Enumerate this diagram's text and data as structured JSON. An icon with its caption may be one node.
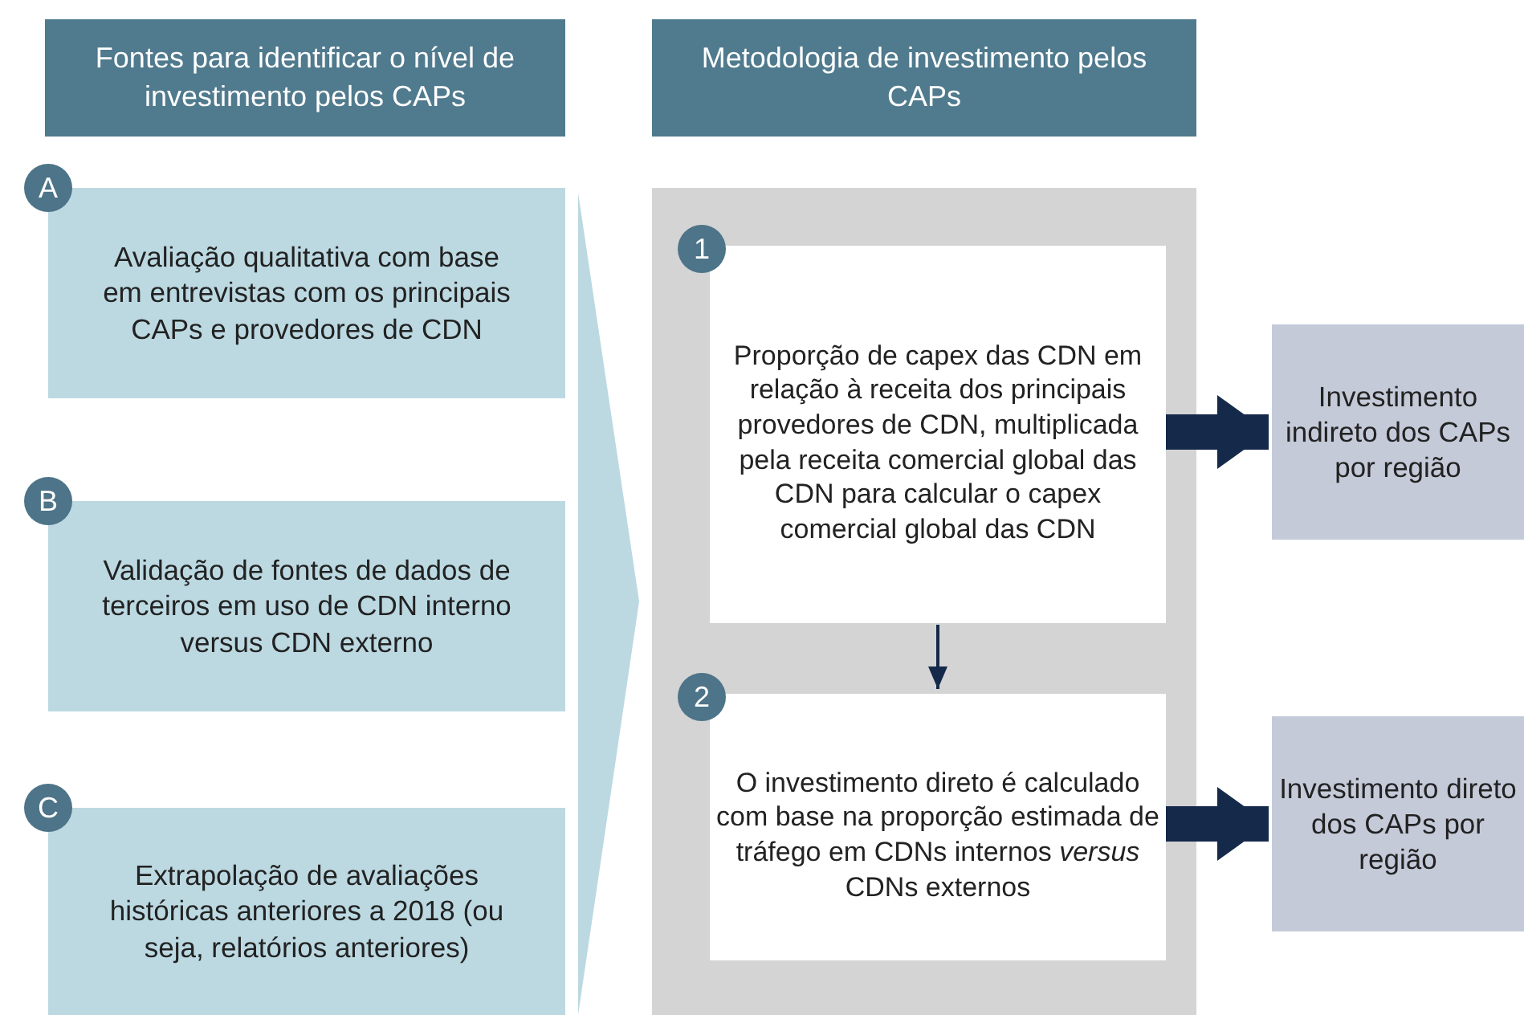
{
  "diagram": {
    "nodes": [
      {
        "text": [
          "Fontes para identificar o nível de investimento pelos CAPs"
        ]
      },
      {
        "text": [
          "Metodologia de investimento pelos CAPs"
        ]
      },
      {
        "text": [
          "A",
          "Avaliação qualitativa com base em entrevistas com os principais CAPs e provedores de CDN"
        ]
      },
      {
        "text": [
          "B",
          "Validação de fontes de dados de terceiros em uso de CDN interno versus CDN externo"
        ]
      },
      {
        "text": [
          "C",
          "Extrapolação de avaliações históricas anteriores a 2018 (ou seja, relatórios anteriores)"
        ]
      },
      {
        "text": [],
        "shape": "box"
      },
      {
        "text": [
          "1",
          "Proporção de capex das CDN em relação à receita dos principais provedores de CDN, multiplicada pela receita comercial global das CDN para calcular o capex comercial global das CDN"
        ],
        "in": 5
      },
      {
        "text": [
          "2",
          "O investimento direto é calculado com base na proporção estimada de tráfego em CDNs internos *versus* CDNs externos"
        ],
        "in": 5
      },
      {
        "text": [
          "Investimento indireto dos CAPs por região"
        ]
      },
      {
        "text": [
          "Investimento direto dos CAPs por região"
        ]
      }
    ],
    "edges": [
      {
        "from": 3,
        "to": 5,
        "arrow": "to",
        "style": "thick",
        "color": "#bcd9e2"
      },
      {
        "from": 6,
        "to": 7,
        "arrow": "to"
      },
      {
        "from": 6,
        "to": 8,
        "arrow": "to"
      },
      {
        "from": 7,
        "to": 9,
        "arrow": "to"
      }
    ]
  }
}
